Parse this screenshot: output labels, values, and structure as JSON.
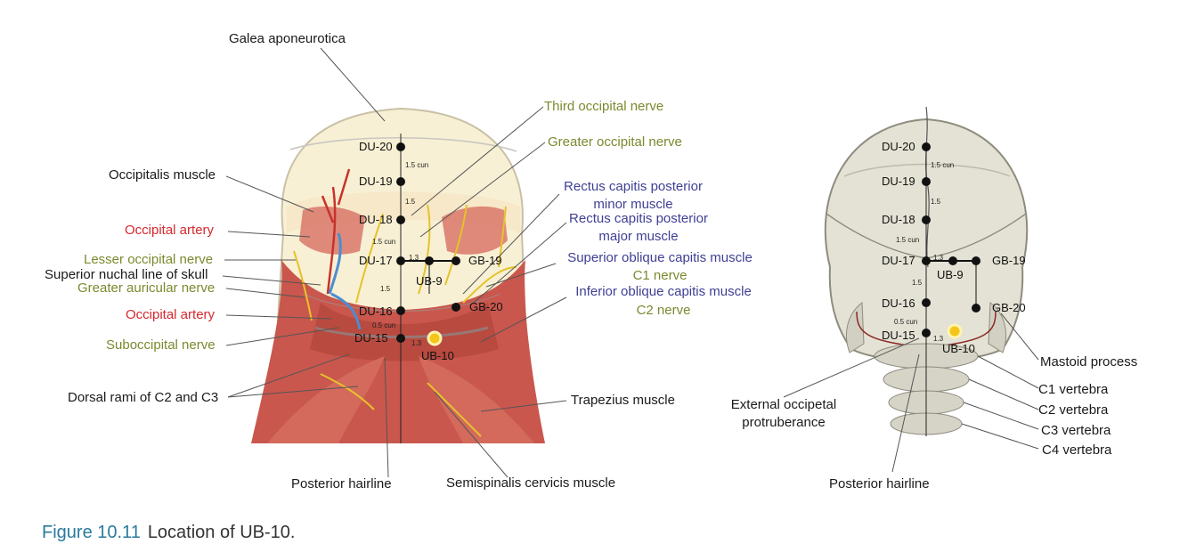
{
  "figure": {
    "number": "Figure 10.11",
    "title": "Location of UB-10."
  },
  "left_panel": {
    "labels": {
      "galea": "Galea aponeurotica",
      "occipitalis": "Occipitalis muscle",
      "occipital_artery_1": "Occipital artery",
      "lesser_occipital": "Lesser occipital nerve",
      "superior_nuchal": "Superior nuchal line of skull",
      "greater_auricular": "Greater auricular nerve",
      "occipital_artery_2": "Occipital artery",
      "suboccipital": "Suboccipital nerve",
      "dorsal_rami": "Dorsal rami of C2 and C3",
      "third_occipital": "Third occipital nerve",
      "greater_occipital": "Greater occipital nerve",
      "rcp_minor_1": "Rectus capitis posterior",
      "rcp_minor_2": "minor muscle",
      "rcp_major_1": "Rectus capitis posterior",
      "rcp_major_2": "major muscle",
      "sup_oblique": "Superior oblique capitis muscle",
      "c1_nerve": "C1 nerve",
      "inf_oblique": "Inferior oblique capitis muscle",
      "c2_nerve": "C2 nerve",
      "trapezius": "Trapezius muscle",
      "posterior_hairline": "Posterior hairline",
      "semispinalis": "Semispinalis cervicis muscle"
    },
    "points": {
      "du20": "DU-20",
      "du19": "DU-19",
      "du18": "DU-18",
      "du17": "DU-17",
      "du16": "DU-16",
      "du15": "DU-15",
      "gb19": "GB-19",
      "gb20": "GB-20",
      "ub9": "UB-9",
      "ub10": "UB-10"
    },
    "measures": {
      "m1": "1.5 cun",
      "m2": "1.5",
      "m3": "1.5 cun",
      "m4": "1.5",
      "m5": "0.5 cun",
      "m6": "1.3",
      "m7": "1.3"
    }
  },
  "right_panel": {
    "labels": {
      "mastoid": "Mastoid process",
      "c1": "C1 vertebra",
      "c2": "C2 vertebra",
      "c3": "C3 vertebra",
      "c4": "C4 vertebra",
      "ext_occ_1": "External occipetal",
      "ext_occ_2": "protruberance",
      "posterior_hairline": "Posterior hairline"
    },
    "points": {
      "du20": "DU-20",
      "du19": "DU-19",
      "du18": "DU-18",
      "du17": "DU-17",
      "du16": "DU-16",
      "du15": "DU-15",
      "gb19": "GB-19",
      "gb20": "GB-20",
      "ub9": "UB-9",
      "ub10": "UB-10"
    },
    "measures": {
      "m1": "1.5 cun",
      "m2": "1.5",
      "m3": "1.5 cun",
      "m4": "1.5",
      "m5": "0.5 cun",
      "m6": "1.3",
      "m7": "1.3"
    }
  },
  "colors": {
    "label_black": "#1a1a1a",
    "label_red": "#d6282c",
    "label_green": "#7a8a2e",
    "label_blue": "#3f3f95",
    "muscle": "#c9574d",
    "nerve": "#e6c22a",
    "artery": "#c8322c",
    "vein": "#4a8ed0",
    "scalp": "#f8f0d4",
    "bone": "#e4e2d4",
    "ub10_highlight": "#f5c518",
    "caption_number": "#2a7a9e"
  }
}
